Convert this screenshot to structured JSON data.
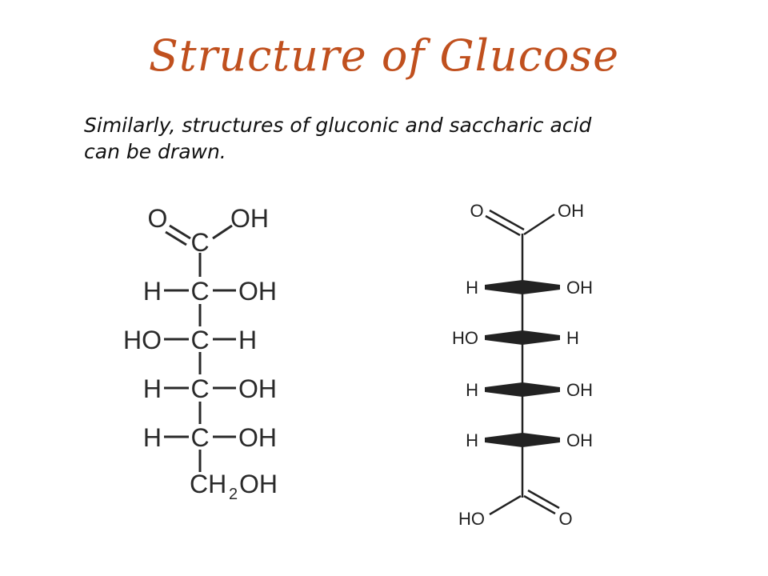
{
  "slide": {
    "title": "Structure of Glucose",
    "body_line_1": "Similarly, structures of gluconic and saccharic acid",
    "body_line_2": "can be drawn."
  },
  "gluconic_acid": {
    "atoms": {
      "carbonyl_o": "O",
      "c1": "C",
      "c1_oh": "OH",
      "r2_h": "H",
      "r2_c": "C",
      "r2_oh": "OH",
      "r3_ho": "HO",
      "r3_c": "C",
      "r3_h": "H",
      "r4_h": "H",
      "r4_c": "C",
      "r4_oh": "OH",
      "r5_h": "H",
      "r5_c": "C",
      "r5_oh": "OH",
      "c6_ch": "CH",
      "c6_sub": "2",
      "c6_oh": "OH"
    }
  },
  "saccharic_acid": {
    "atoms": {
      "top_o": "O",
      "top_oh": "OH",
      "r1_h": "H",
      "r1_oh": "OH",
      "r2_ho": "HO",
      "r2_h": "H",
      "r3_h": "H",
      "r3_oh": "OH",
      "r4_h": "H",
      "r4_oh": "OH",
      "bottom_ho": "HO",
      "bottom_o": "O"
    }
  },
  "colors": {
    "title": "#c0501e",
    "text": "#111111",
    "bonds": "#2a2a2a"
  }
}
